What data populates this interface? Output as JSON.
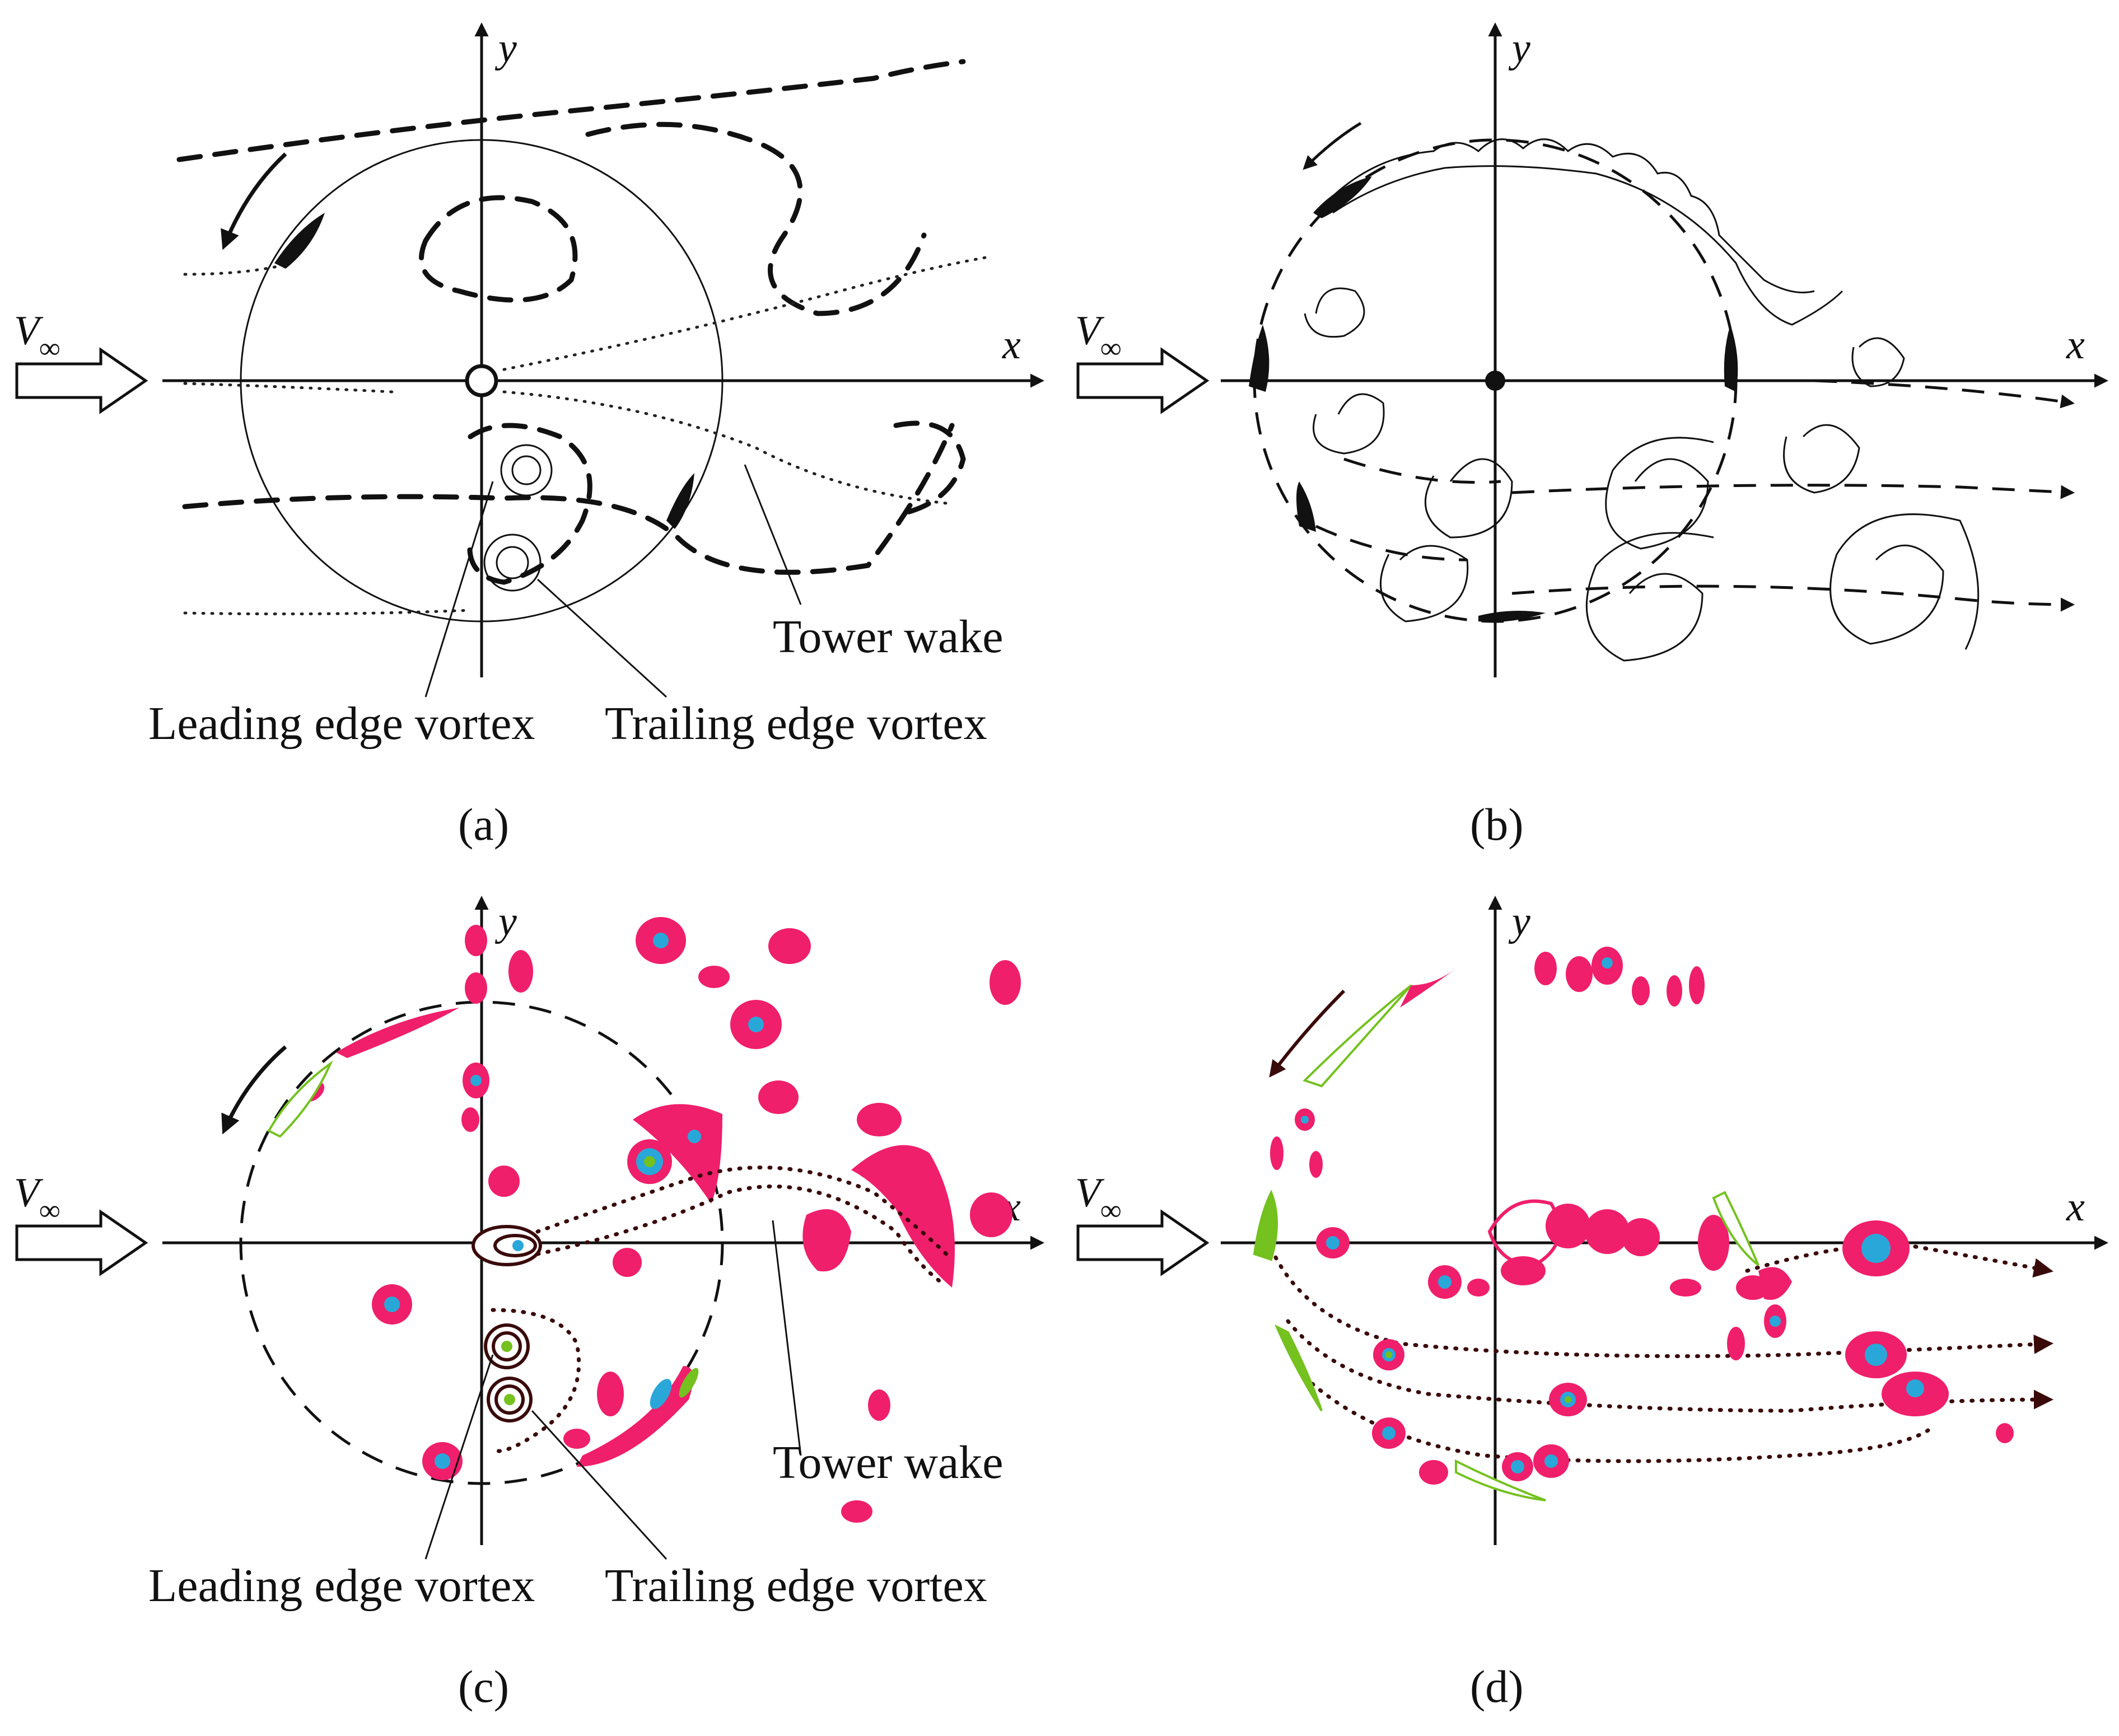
{
  "panels": [
    {
      "id": "a",
      "caption": "(a)",
      "axis_x": "x",
      "axis_y": "y",
      "inflow": "V",
      "inflow_sub": "∞",
      "labels": {
        "leading": "Leading edge vortex",
        "trailing": "Trailing edge vortex",
        "tower": "Tower wake"
      }
    },
    {
      "id": "b",
      "caption": "(b)",
      "axis_x": "x",
      "axis_y": "y",
      "inflow": "V",
      "inflow_sub": "∞"
    },
    {
      "id": "c",
      "caption": "(c)",
      "axis_x": "x",
      "axis_y": "y",
      "inflow": "V",
      "inflow_sub": "∞",
      "labels": {
        "leading": "Leading edge vortex",
        "trailing": "Trailing edge vortex",
        "tower": "Tower wake"
      }
    },
    {
      "id": "d",
      "caption": "(d)",
      "axis_x": "x",
      "axis_y": "y",
      "inflow": "V",
      "inflow_sub": "∞"
    }
  ],
  "colors": {
    "vorticity_high": "#ef1f6b",
    "vorticity_mid": "#2aa7d9",
    "vorticity_core": "#74c11f",
    "lines": "#111111"
  }
}
